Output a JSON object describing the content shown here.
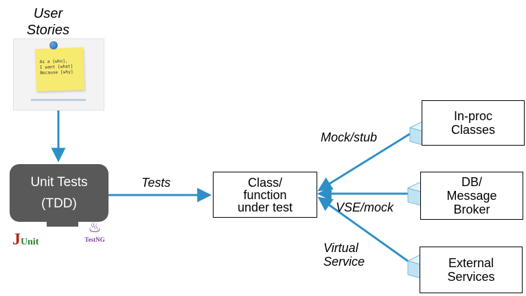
{
  "user_stories": {
    "title_line1": "User",
    "title_line2": "Stories"
  },
  "sticky_note": {
    "text": "As a [who],\nI want [what]\nBecause [why]"
  },
  "unit_tests": {
    "line1": "Unit Tests",
    "line2": "(TDD)"
  },
  "logos": {
    "junit_j": "J",
    "junit_rest": "Unit",
    "testng": "TestNG"
  },
  "class_box": {
    "line1": "Class/",
    "line2": "function",
    "line3": "under test"
  },
  "dependencies": {
    "inproc": {
      "line1": "In-proc",
      "line2": "Classes"
    },
    "db": {
      "line1": "DB/",
      "line2": "Message",
      "line3": "Broker"
    },
    "external": {
      "line1": "External",
      "line2": "Services"
    }
  },
  "edges": {
    "tests": "Tests",
    "mock_stub": "Mock/stub",
    "vse_mock": "VSE/mock",
    "virtual_line1": "Virtual",
    "virtual_line2": "Service"
  },
  "colors": {
    "arrow": "#2e8fc7",
    "unit_box": "#595959",
    "sticky": "#f7ea70",
    "cube": "#bfe3f2"
  },
  "icons": [
    "pushpin-icon",
    "java-cup-icon",
    "cube-icon"
  ]
}
